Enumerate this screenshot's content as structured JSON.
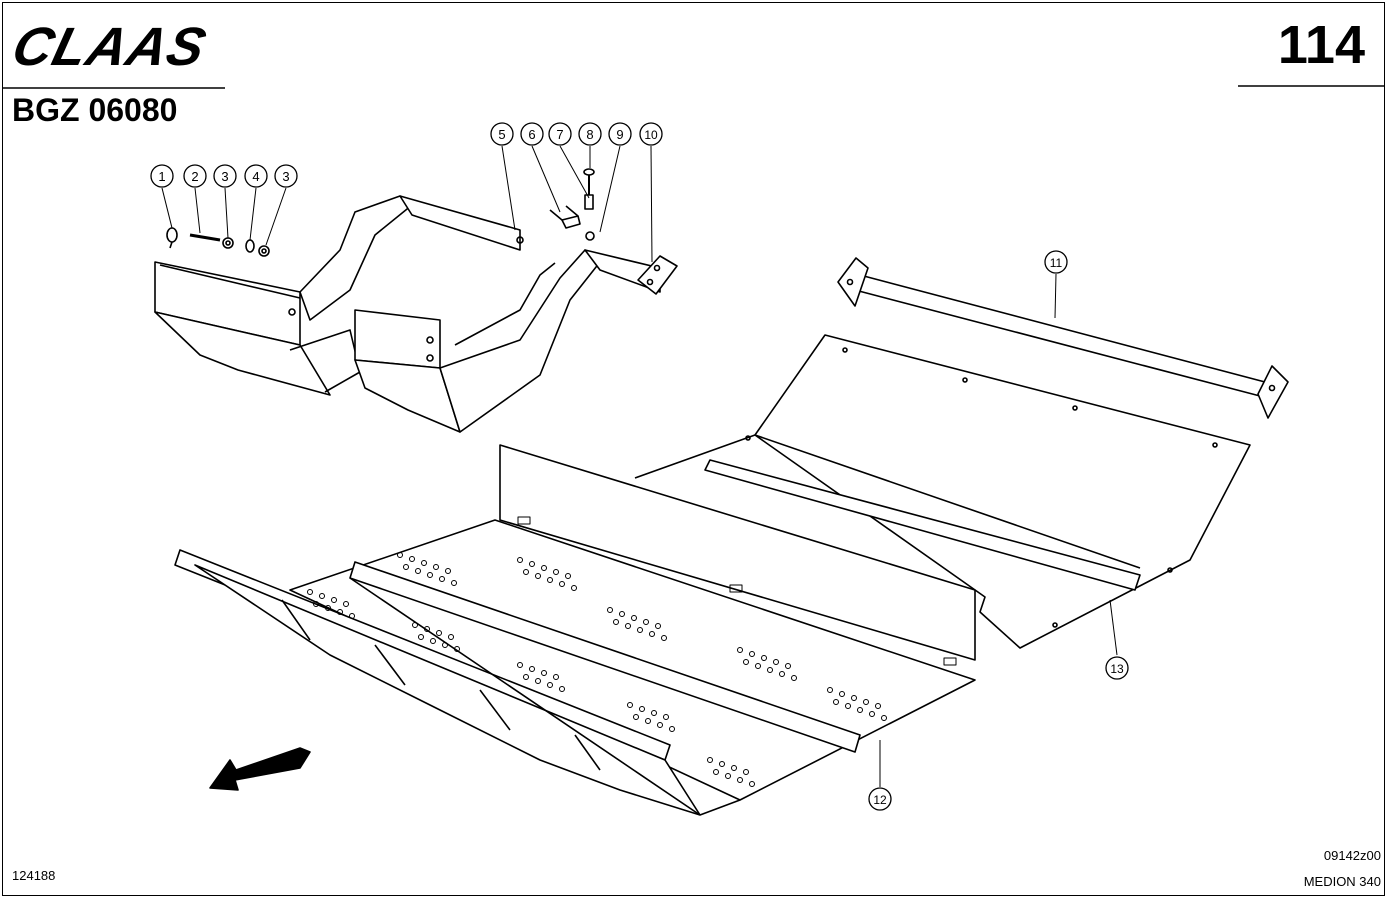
{
  "header": {
    "brand": "CLAAS",
    "page_number": "114",
    "doc_code": "BGZ 06080"
  },
  "footer": {
    "catalog_number": "124188",
    "drawing_code": "09142z00",
    "model": "MEDION 340"
  },
  "callouts": [
    {
      "id": "c1",
      "label": "1"
    },
    {
      "id": "c2",
      "label": "2"
    },
    {
      "id": "c3a",
      "label": "3"
    },
    {
      "id": "c4",
      "label": "4"
    },
    {
      "id": "c3b",
      "label": "3"
    },
    {
      "id": "c5",
      "label": "5"
    },
    {
      "id": "c6",
      "label": "6"
    },
    {
      "id": "c7",
      "label": "7"
    },
    {
      "id": "c8",
      "label": "8"
    },
    {
      "id": "c9",
      "label": "9"
    },
    {
      "id": "c10",
      "label": "10"
    },
    {
      "id": "c11",
      "label": "11"
    },
    {
      "id": "c12",
      "label": "12"
    },
    {
      "id": "c13",
      "label": "13"
    }
  ],
  "colors": {
    "line": "#000000",
    "paper": "#ffffff"
  }
}
